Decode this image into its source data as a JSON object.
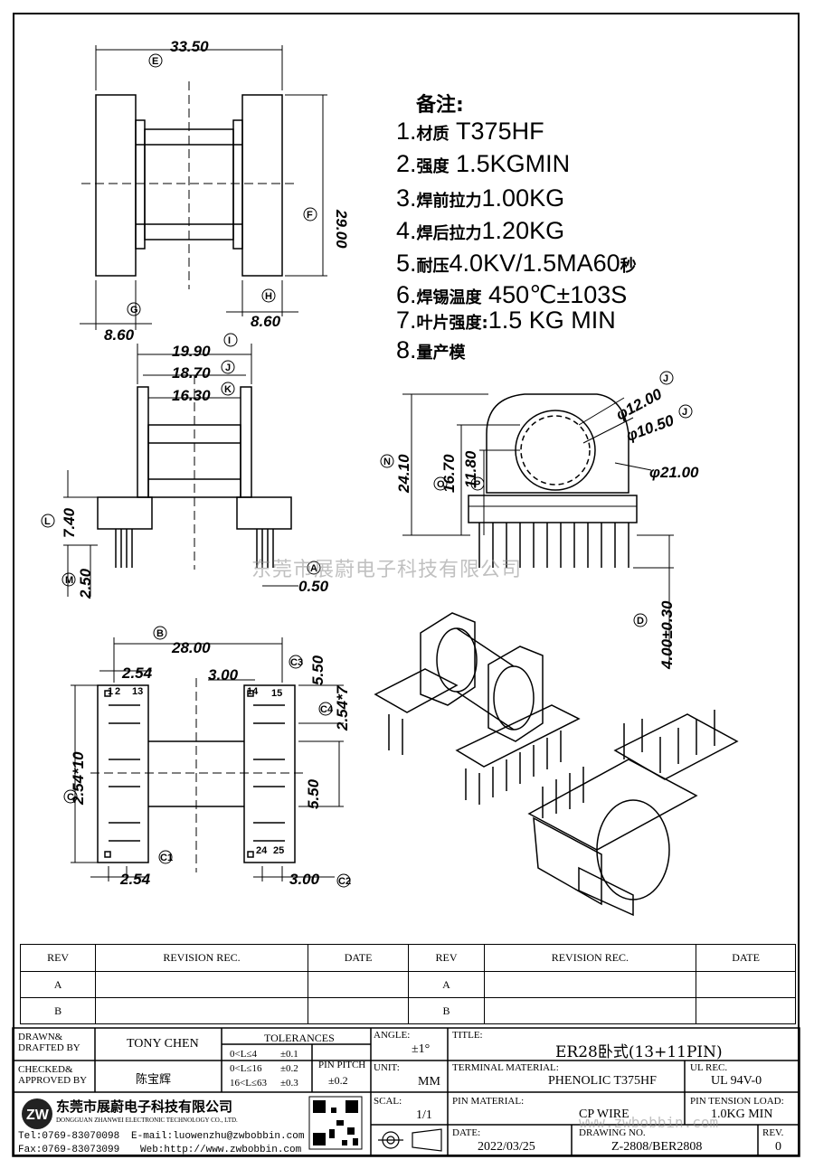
{
  "notes": {
    "title": "备注:",
    "items": [
      {
        "num": "1.",
        "label": "材质",
        "value": "T375HF"
      },
      {
        "num": "2.",
        "label": "强度",
        "value": "1.5KGMIN"
      },
      {
        "num": "3.",
        "label": "焊前拉力",
        "value": "1.00KG"
      },
      {
        "num": "4.",
        "label": "焊后拉力",
        "value": "1.20KG"
      },
      {
        "num": "5.",
        "label": "耐压",
        "value": "4.0KV/1.5MA60",
        "suffix": "秒"
      },
      {
        "num": "6.",
        "label": "焊锡温度",
        "value": "450℃±103S"
      },
      {
        "num": "7.",
        "label": "叶片强度:",
        "value": "1.5 KG MIN"
      },
      {
        "num": "8.",
        "label": "量产模",
        "value": ""
      }
    ]
  },
  "dims": {
    "E": "33.50",
    "F": "29.00",
    "G": "8.60",
    "H": "8.60",
    "I": "19.90",
    "J": "18.70",
    "K": "16.30",
    "L": "7.40",
    "M": "2.50",
    "A": "0.50",
    "N": "24.10",
    "O": "16.70",
    "P": "11.80",
    "d1": "φ12.00",
    "d2": "φ10.50",
    "d3": "φ21.00",
    "D": "4.00±0.30",
    "B": "28.00",
    "pitch_left": "2.54",
    "C3": "3.00",
    "C5": "5.50",
    "C4": "2.54*7",
    "C": "2.54*10",
    "mid": "5.50",
    "C1": "2.54",
    "C2": "3.00"
  },
  "bubbles": {
    "E": "E",
    "F": "F",
    "G": "G",
    "H": "H",
    "I": "I",
    "J": "J",
    "K": "K",
    "L": "L",
    "M": "M",
    "A": "A",
    "N": "N",
    "O": "O",
    "P": "P",
    "J2": "J",
    "J3": "J",
    "D": "D",
    "B": "B",
    "C3": "C3",
    "C4": "C4",
    "C": "C",
    "C1": "C1",
    "C2": "C2"
  },
  "pins": {
    "p1": "1",
    "p2": "2",
    "p13": "13",
    "p14": "14",
    "p15": "15",
    "p24": "24",
    "p25": "25"
  },
  "watermark": "东莞市展蔚电子科技有限公司",
  "watermark_url": "www.zwbobbin.com",
  "revision": {
    "headers": [
      "REV",
      "REVISION REC.",
      "DATE",
      "REV",
      "REVISION REC.",
      "DATE"
    ],
    "rows": [
      [
        "A",
        "",
        "",
        "A",
        "",
        ""
      ],
      [
        "B",
        "",
        "",
        "B",
        "",
        ""
      ]
    ]
  },
  "titleblock": {
    "drawn_label": "DRAWN&\nDRAFTED BY",
    "drawn_value": "TONY CHEN",
    "checked_label": "CHECKED&\nAPPROVED BY",
    "checked_value": "陈宝辉",
    "tolerances_label": "TOLERANCES",
    "tol_rows": [
      [
        "0<L≤4",
        "±0.1"
      ],
      [
        "0<L≤16",
        "±0.2"
      ],
      [
        "16<L≤63",
        "±0.3"
      ]
    ],
    "pin_pitch_label": "PIN PITCH",
    "pin_pitch_value": "±0.2",
    "angle_label": "ANGLE:",
    "angle_value": "±1°",
    "unit_label": "UNIT:",
    "unit_value": "MM",
    "scale_label": "SCAL:",
    "scale_value": "1/1",
    "title_label": "TITLE:",
    "title_value": "ER28卧式(13+11PIN)",
    "terminal_label": "TERMINAL MATERIAL:",
    "terminal_value": "PHENOLIC T375HF",
    "ul_label": "UL REC.",
    "ul_value": "UL 94V-0",
    "pin_material_label": "PIN MATERIAL:",
    "pin_material_value": "CP WIRE",
    "tension_label": "PIN TENSION LOAD:",
    "tension_value": "1.0KG MIN",
    "date_label": "DATE:",
    "date_value": "2022/03/25",
    "drawing_label": "DRAWING NO.",
    "drawing_value": "Z-2808/BER2808",
    "rev_label": "REV.",
    "rev_value": "0",
    "company_cn": "东莞市展蔚电子科技有限公司",
    "company_en": "DONGGUAN ZHANWEI ELECTRONIC TECHNOLOGY CO., LTD.",
    "tel": "Tel:0769-83070098",
    "email": "E-mail:luowenzhu@zwbobbin.com",
    "fax": "Fax:0769-83073099",
    "web": "Web:http://www.zwbobbin.com",
    "logo_text": "ZW"
  }
}
